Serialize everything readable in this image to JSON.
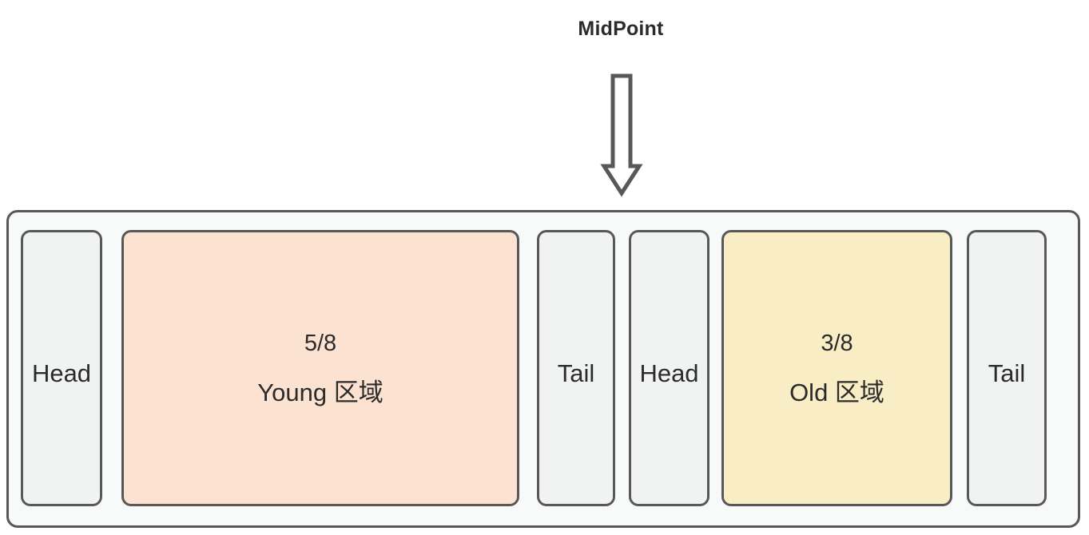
{
  "diagram": {
    "title": "MidPoint",
    "pointer": {
      "icon": "down-arrow-icon",
      "stroke_color": "#585858"
    },
    "container": {
      "fill_color": "#F8F9F9",
      "stroke_color": "#585858"
    },
    "blocks": [
      {
        "id": "head-1",
        "kind": "endcap",
        "label": "Head",
        "fill_color": "#F1F3F3"
      },
      {
        "id": "young",
        "kind": "region",
        "fraction": "5/8",
        "name": "Young 区域",
        "fill_color": "#FCE2D0"
      },
      {
        "id": "tail-1",
        "kind": "endcap",
        "label": "Tail",
        "fill_color": "#F1F3F3"
      },
      {
        "id": "head-2",
        "kind": "endcap",
        "label": "Head",
        "fill_color": "#F1F3F3"
      },
      {
        "id": "old",
        "kind": "region",
        "fraction": "3/8",
        "name": "Old 区域",
        "fill_color": "#F8EDC5"
      },
      {
        "id": "tail-2",
        "kind": "endcap",
        "label": "Tail",
        "fill_color": "#F1F3F3"
      }
    ]
  }
}
